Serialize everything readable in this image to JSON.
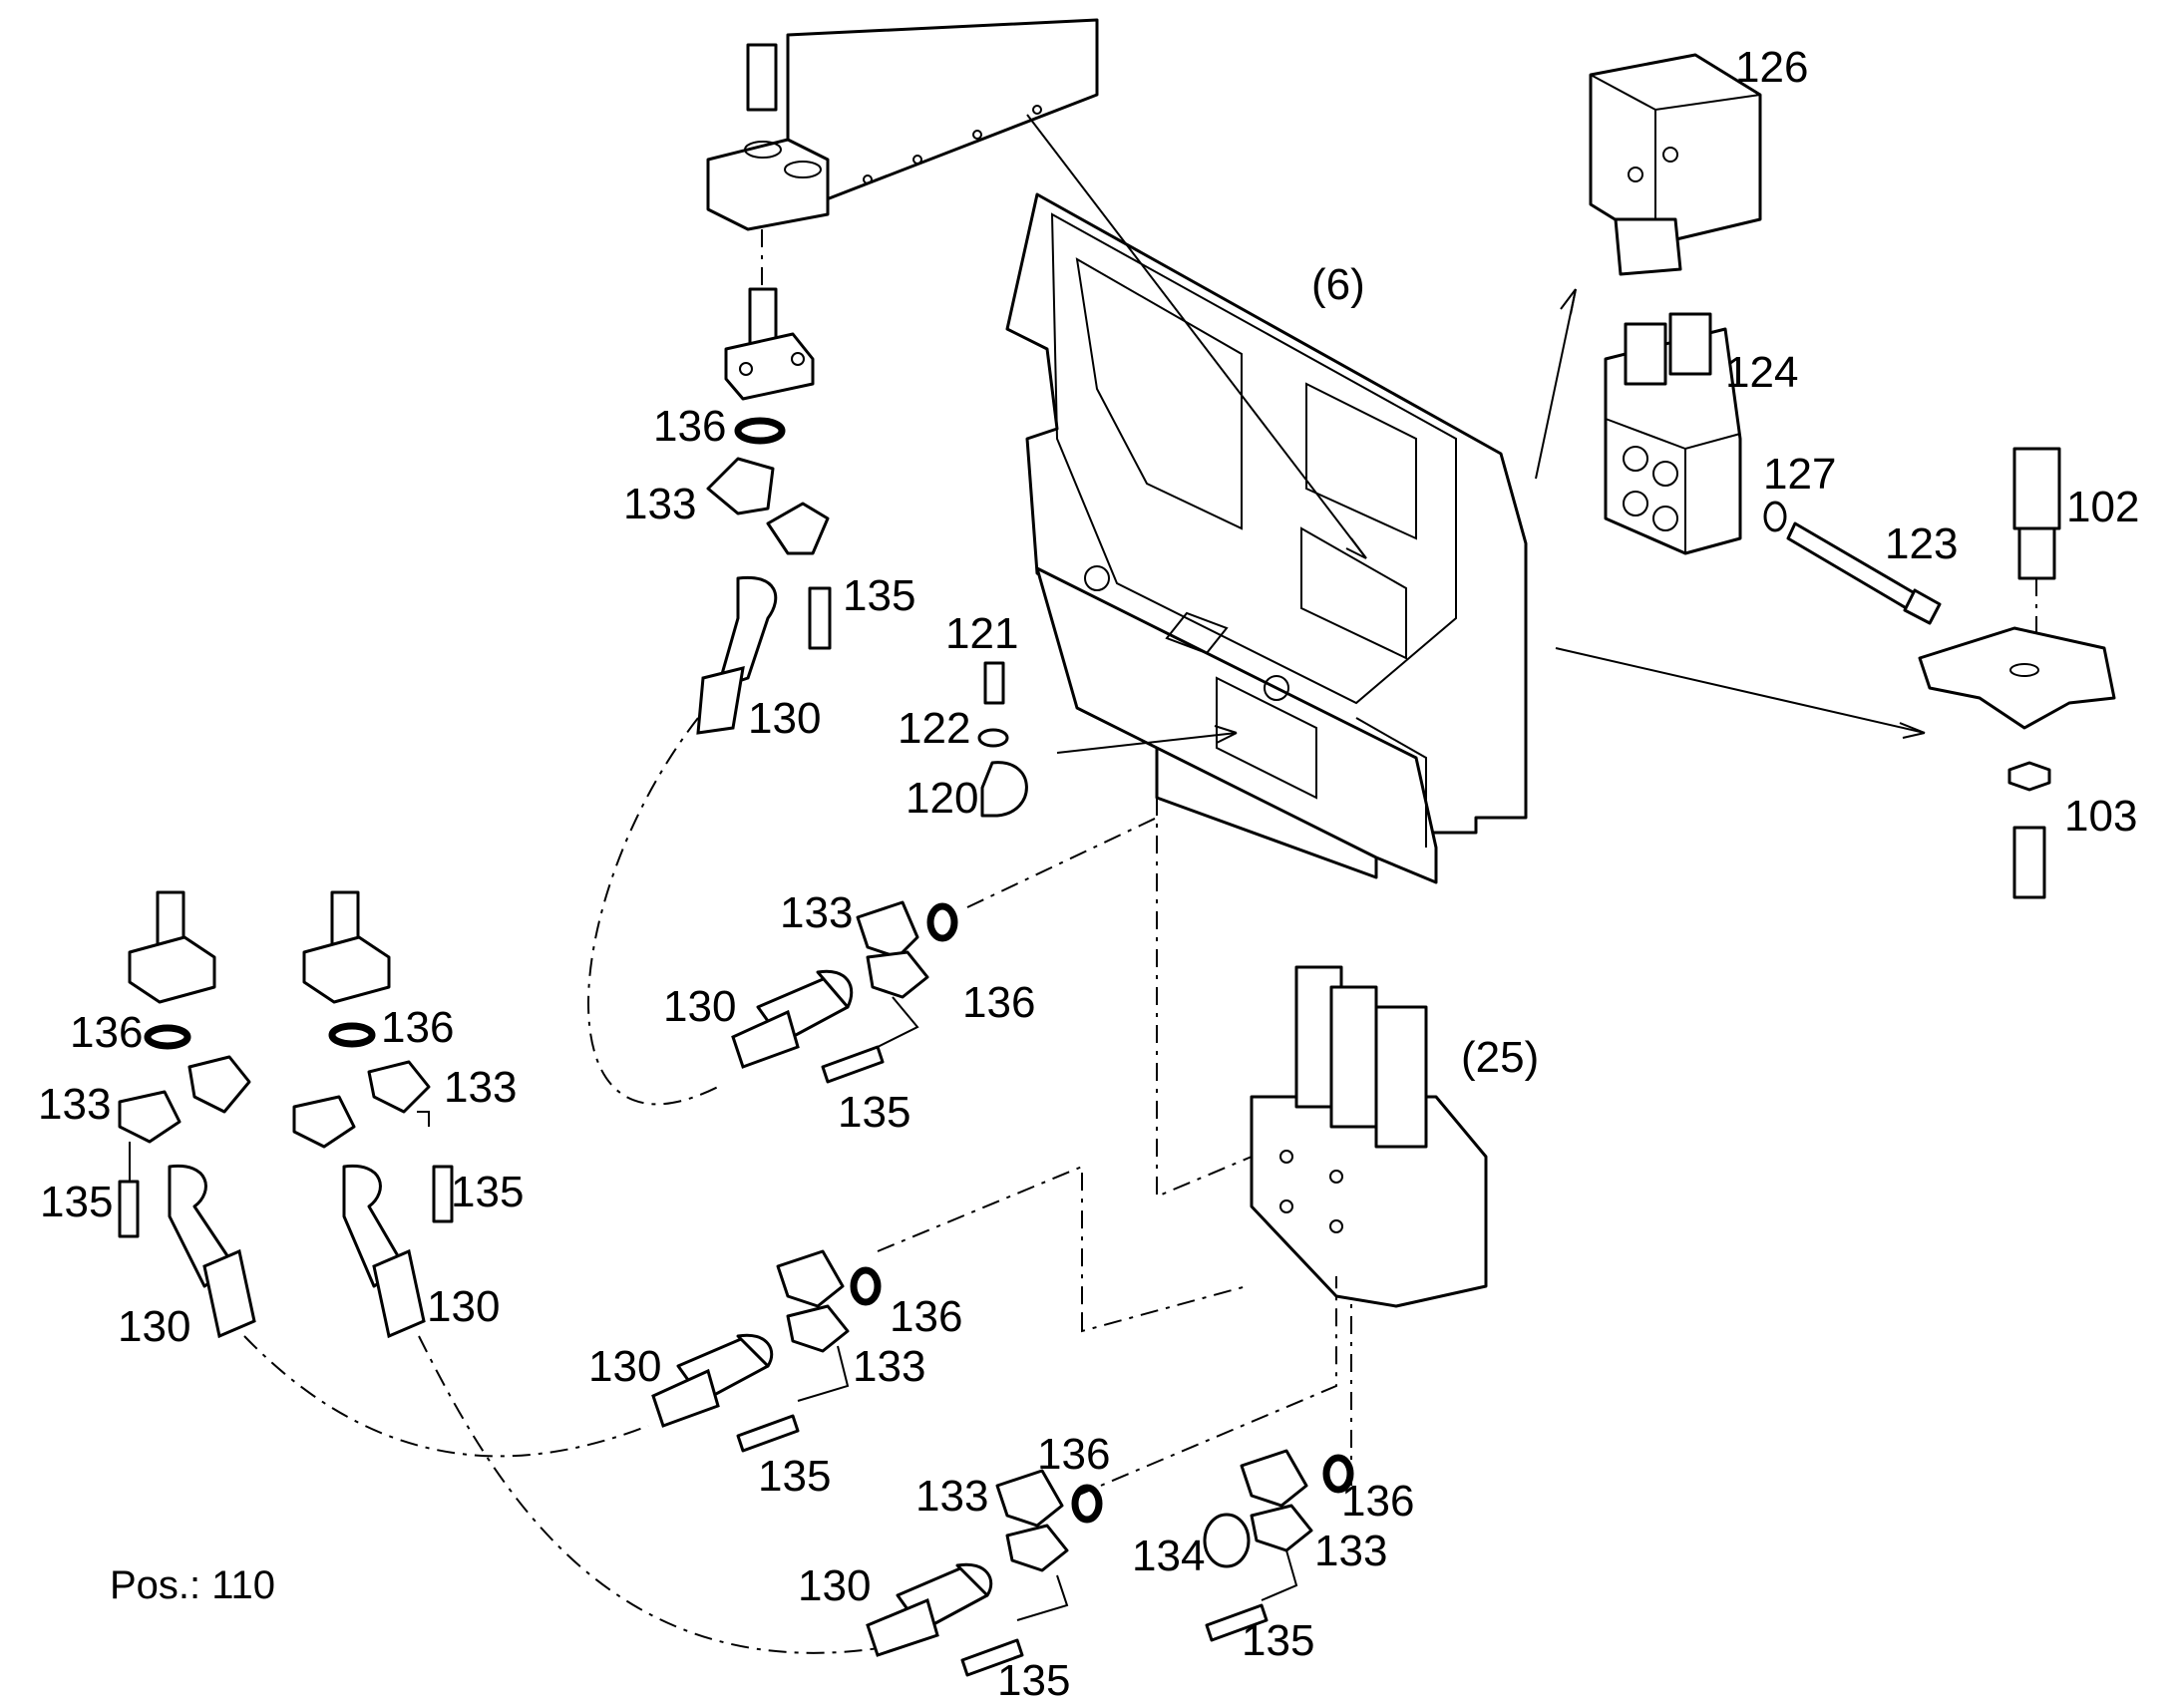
{
  "diagram": {
    "position_note": "Pos.: 110",
    "labels": {
      "p126": "126",
      "p6": "(6)",
      "p124": "124",
      "p127": "127",
      "p102": "102",
      "p123": "123",
      "p103": "103",
      "p136_top": "136",
      "p133_top": "133",
      "p135_top": "135",
      "p130_top": "130",
      "p121": "121",
      "p122": "122",
      "p120": "120",
      "p133_mid": "133",
      "p130_mid": "130",
      "p136_mid": "136",
      "p135_mid": "135",
      "p25": "(25)",
      "p136_l1": "136",
      "p136_l2": "136",
      "p133_l1": "133",
      "p133_l2": "133",
      "p135_l1": "135",
      "p135_l2": "135",
      "p130_l1": "130",
      "p130_l2": "130",
      "p136_c": "136",
      "p130_c": "130",
      "p133_c": "133",
      "p135_c": "135",
      "p136_b1": "136",
      "p133_b1": "133",
      "p130_b1": "130",
      "p135_b1": "135",
      "p134": "134",
      "p136_b2": "136",
      "p133_b2": "133",
      "p135_b2": "135"
    }
  }
}
